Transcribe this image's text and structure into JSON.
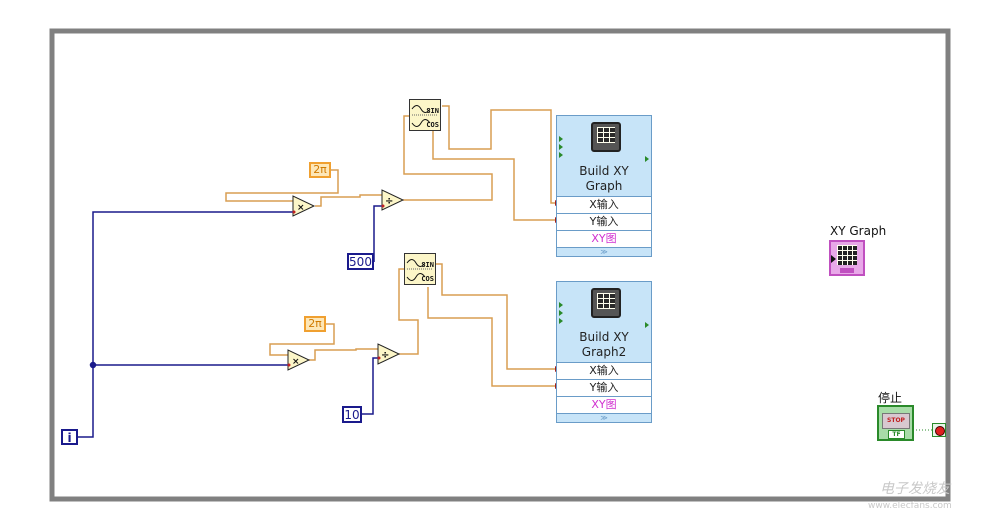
{
  "diagram": {
    "loop_iteration_label": "i",
    "constants": {
      "two_pi_top": "2π",
      "two_pi_bottom": "2π",
      "divisor_top": "500",
      "divisor_bottom": "10"
    },
    "operators": {
      "multiply": "×",
      "divide": "÷"
    },
    "sincos": {
      "sin_label": "SIN",
      "cos_label": "COS"
    },
    "build_xy_1": {
      "title_line1": "Build XY",
      "title_line2": "Graph",
      "x_input": "X输入",
      "y_input": "Y输入",
      "output": "XY图",
      "expander": "≫"
    },
    "build_xy_2": {
      "title_line1": "Build XY",
      "title_line2": "Graph2",
      "x_input": "X输入",
      "y_input": "Y输入",
      "output": "XY图",
      "expander": "≫"
    },
    "xy_graph": {
      "label": "XY Graph"
    },
    "stop": {
      "label": "停止",
      "button_text": "STOP",
      "tf_text": "TF"
    },
    "watermark": {
      "text": "电子发烧友",
      "url": "www.elecfans.com"
    },
    "colors": {
      "frame": "#808080",
      "wire_orange": "#d99e52",
      "wire_blue": "#1a1a8c",
      "build_xy_bg": "#c7e4f8",
      "xy_graph_pink": "#e080e0",
      "stop_green": "#2a8a2a"
    }
  }
}
